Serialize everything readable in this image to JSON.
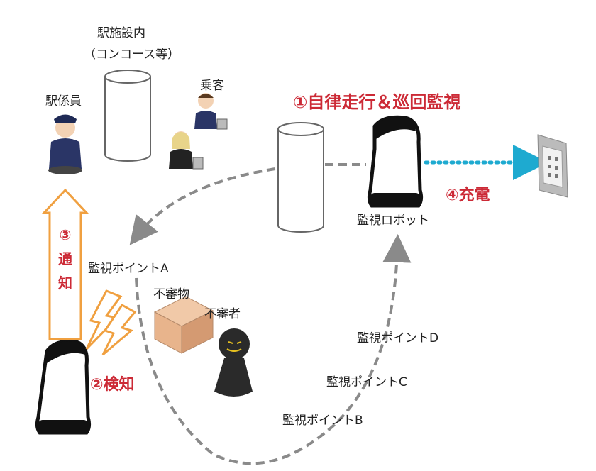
{
  "labels": {
    "facility": "駅施設内",
    "facility_sub": "（コンコース等）",
    "passengers": "乗客",
    "staff": "駅係員",
    "step1": "①自律走行＆巡回監視",
    "step4": "④充電",
    "robot": "監視ロボット",
    "step3_num": "③",
    "step3_a": "通",
    "step3_b": "知",
    "point_a": "監視ポイントA",
    "suspicious_object": "不審物",
    "suspicious_person": "不審者",
    "step2": "②検知",
    "point_d": "監視ポイントD",
    "point_c": "監視ポイントC",
    "point_b": "監視ポイントB"
  },
  "colors": {
    "accent_red": "#cc2a36",
    "notify_orange": "#f0a040",
    "charge_cyan": "#1eaad0",
    "path_grey": "#8a8a8a"
  }
}
